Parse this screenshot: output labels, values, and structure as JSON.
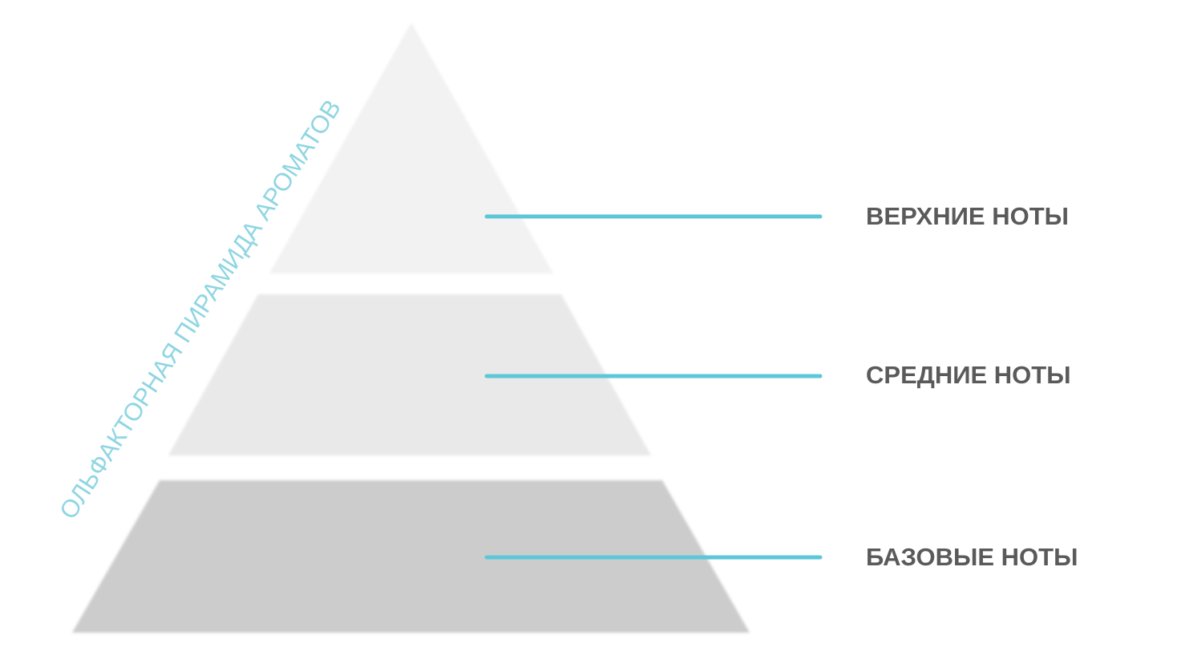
{
  "diagram": {
    "side_title": "ОЛЬФАКТОРНАЯ ПИРАМИДА АРОМАТОВ",
    "tiers": [
      {
        "id": "top",
        "label": "ВЕРХНИЕ НОТЫ"
      },
      {
        "id": "middle",
        "label": "СРЕДНИЕ НОТЫ"
      },
      {
        "id": "base",
        "label": "БАЗОВЫЕ НОТЫ"
      }
    ],
    "colors": {
      "tier_top": "#f2f2f2",
      "tier_middle": "#e9e9e9",
      "tier_base": "#cccccc",
      "connector_line": "#5cc7d8",
      "side_title": "#8fd6e2",
      "label_text": "#5a5a5a"
    }
  }
}
